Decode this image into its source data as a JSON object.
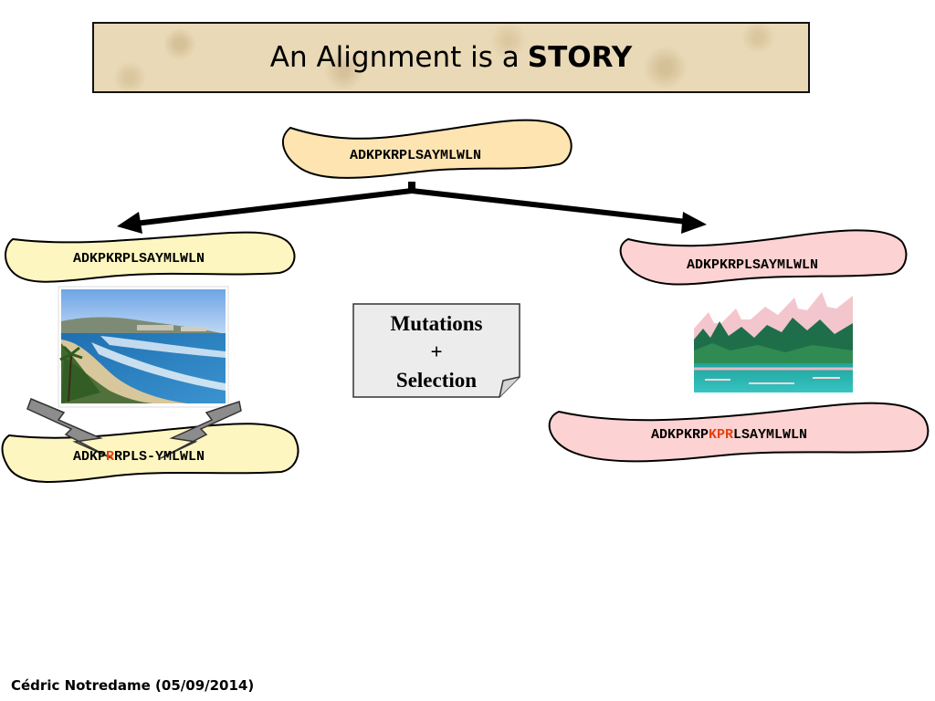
{
  "title": {
    "text": "An Alignment is a",
    "emphasis": "STORY"
  },
  "ancestor": {
    "sequence": "ADKPKRPLSAYMLWLN"
  },
  "left_branch": {
    "sequence": "ADKPKRPLSAYMLWLN",
    "image": "beach-coast-photo",
    "mutated": {
      "prefix": "ADKP",
      "mutation": "R",
      "suffix": "RPLS-YMLWLN"
    }
  },
  "right_branch": {
    "sequence": "ADKPKRPLSAYMLWLN",
    "image": "mountain-lake-clipart",
    "mutated": {
      "prefix": "ADKPKRP",
      "insertion": "KPR",
      "suffix": "LSAYMLWLN"
    }
  },
  "note": {
    "line1": "Mutations",
    "line2": "+",
    "line3": "Selection"
  },
  "footer": "Cédric Notredame (05/09/2014)",
  "colors": {
    "ancestor_fill": "#fde4b0",
    "left_fill": "#fdf6c0",
    "right_fill": "#fcd2d2",
    "mutation_highlight": "#e8400c",
    "lightning": "#8c8c8c",
    "note_fill": "#ececec"
  }
}
